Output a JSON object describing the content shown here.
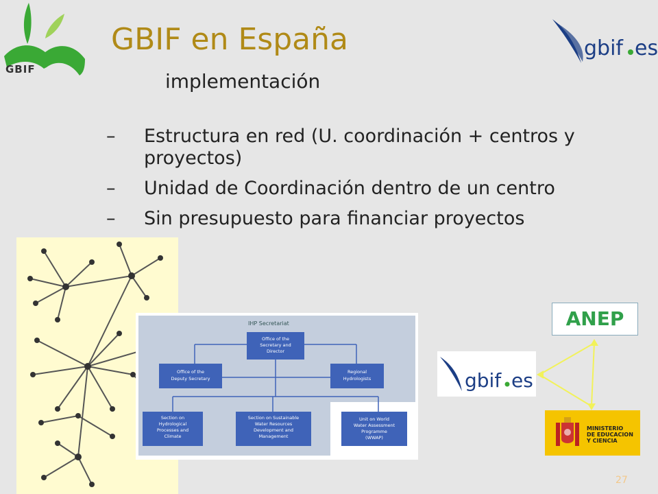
{
  "slide": {
    "title": "GBIF en España",
    "subtitle": "implementación",
    "bullets": [
      {
        "dash": "–",
        "text": "Estructura en red (U. coordinación + centros y proyectos)"
      },
      {
        "dash": "–",
        "text": "Unidad de Coordinación dentro de un centro"
      },
      {
        "dash": "–",
        "text": "Sin presupuesto para financiar proyectos"
      }
    ],
    "page_number": "27"
  },
  "logos": {
    "gbif": "GBIF",
    "gbif_es_main": "gbif",
    "gbif_es_suffix": "es",
    "anep": "ANEP",
    "ministerio": [
      "MINISTERIO",
      "DE EDUCACION",
      "Y CIENCIA"
    ]
  },
  "orgchart": {
    "header": "IHP Secretariat",
    "boxes": [
      {
        "lines": [
          "Office of the",
          "Secretary and",
          "Director"
        ]
      },
      {
        "lines": [
          "Office of the",
          "Deputy Secretary"
        ]
      },
      {
        "lines": [
          "Regional",
          "Hydrologists"
        ]
      },
      {
        "lines": [
          "Section on",
          "Hydrological",
          "Processes and",
          "Climate"
        ]
      },
      {
        "lines": [
          "Section on Sustainable",
          "Water Resources",
          "Development and",
          "Management"
        ]
      },
      {
        "lines": [
          "Unit on World",
          "Water Assessment",
          "Programme",
          "(WWAP)"
        ]
      }
    ]
  },
  "colors": {
    "background": "#e6e6e6",
    "title": "#b08a17",
    "gbif_green": "#3aa935",
    "gbif_es_blue": "#1c3e85",
    "anep_green": "#30a04a",
    "ministerio_yellow": "#f5c400",
    "orgchart_box": "#3f63b8",
    "triangle_yellow": "#f2f25a"
  }
}
